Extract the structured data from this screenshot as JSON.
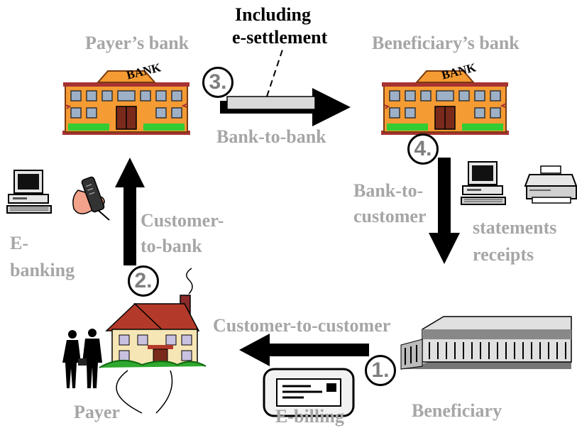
{
  "labels": {
    "including": "Including",
    "e_settlement": "e-settlement",
    "payers_bank": "Payer’s bank",
    "beneficiarys_bank": "Beneficiary’s bank",
    "bank_to_bank": "Bank-to-bank",
    "customer_to_bank_1": "Customer-",
    "customer_to_bank_2": "to-bank",
    "bank_to_customer_1": "Bank-to-",
    "bank_to_customer_2": "customer",
    "e_banking_1": "E-",
    "e_banking_2": "banking",
    "statements": "statements",
    "receipts": "receipts",
    "customer_to_customer": "Customer-to-customer",
    "payer": "Payer",
    "e_billing": "E-billing",
    "beneficiary": "Beneficiary"
  },
  "steps": {
    "step1": "1.",
    "step2": "2.",
    "step3": "3.",
    "step4": "4."
  },
  "icons": {
    "bank_sign": "BANK"
  }
}
